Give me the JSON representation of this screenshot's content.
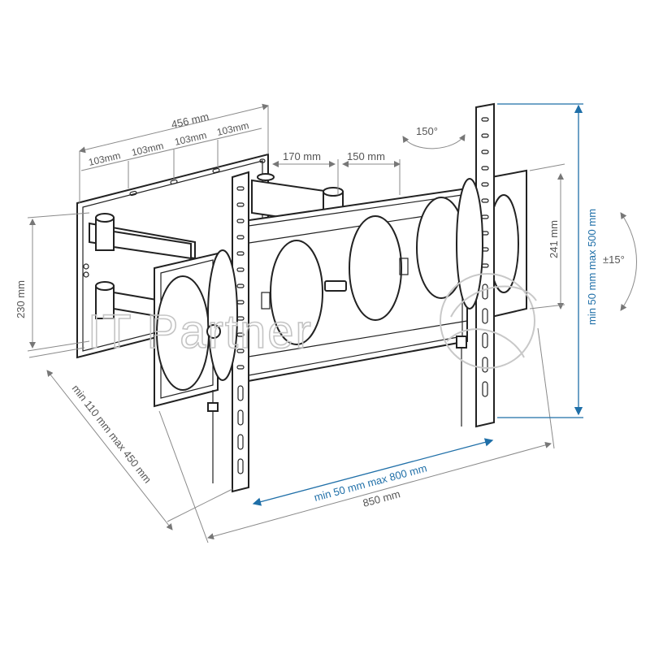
{
  "dimensions": {
    "wall_width": "456 mm",
    "slot_1": "103mm",
    "slot_2": "103mm",
    "slot_3": "103mm",
    "slot_4": "103mm",
    "arm_a": "170 mm",
    "arm_b": "150 mm",
    "swivel": "150°",
    "wall_height": "230 mm",
    "plate_height": "241 mm",
    "tilt": "±15°",
    "vesa_vertical": "min 50 mm max 500 mm",
    "vesa_horizontal": "min 50 mm max 800 mm",
    "total_width": "850 mm",
    "extension": "min 110 mm max 450 mm"
  },
  "watermark": {
    "text": "IT Partner"
  },
  "colors": {
    "accent_blue": "#1f6fa8",
    "dimension_gray": "#555555",
    "outline": "#222222"
  }
}
